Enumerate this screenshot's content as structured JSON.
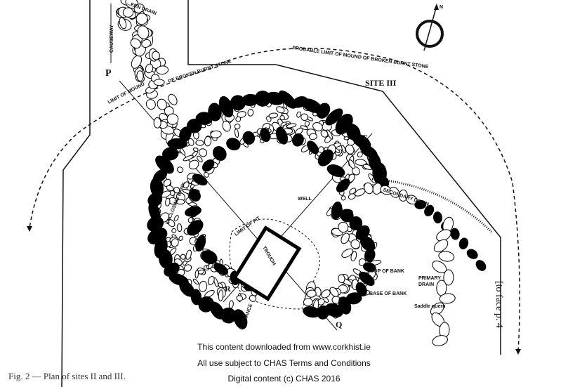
{
  "plan": {
    "labels": {
      "drain_top": "...ERN DRAIN",
      "causeway": "CAUSEWAY",
      "point_p": "P",
      "limit_mound_left": "LIMIT OF MOUND",
      "limit_mound_left2": "OF BROKEN BURNT STONE",
      "limit_mound_right": "PROBABLE LIMIT OF MOUND OF BROKEN BURNT STONE",
      "site_iii": "SITE III",
      "enclosing_bank": "ENCLOSING BANK",
      "well": "WELL",
      "trough": "TROUGH",
      "limit_of_pit": "LIMIT OF PIT",
      "point_r": "R",
      "point_q": "Q",
      "point_t": "T",
      "entrance": "ENTRANCE",
      "secondary_drain": "SECONDARY DRAIN",
      "top_of_bank": "TOP OF BANK",
      "base_of_bank": "BASE OF BANK",
      "primary_drain": "PRIMARY",
      "primary_drain2": "DRAIN",
      "saddle_quern": "Saddle quern",
      "north": "N"
    },
    "caption": "Fig. 2 — Plan of sites II and III.",
    "page_ref": "[to face p. 4"
  },
  "watermark": {
    "line1": "This content downloaded from www.corkhist.ie",
    "line2": "All use subject to CHAS Terms and Conditions",
    "line3": "Digital content (c) CHAS 2016"
  }
}
